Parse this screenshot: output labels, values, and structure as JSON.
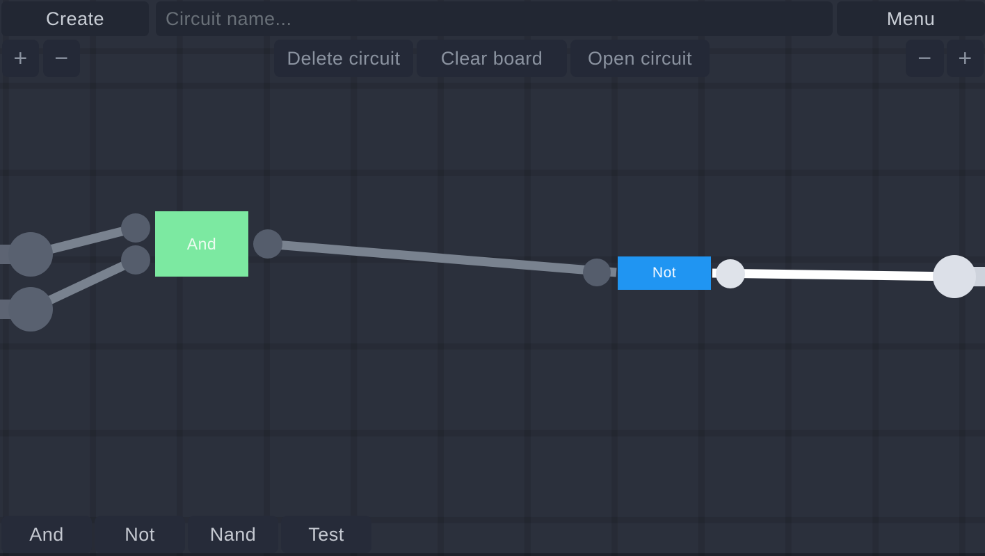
{
  "colors": {
    "background": "#2b303c",
    "panel": "#222733",
    "panel_secondary": "#242937",
    "and_gate": "#7ce9a1",
    "not_gate": "#2095f2",
    "wire_off": "#79828f",
    "wire_on": "#ffffff",
    "pin_off": "#555d6c",
    "pin_on": "#dfe3ea",
    "node_off": "#596170",
    "node_on": "#dce0e8"
  },
  "topbar": {
    "create_label": "Create",
    "circuit_name_placeholder": "Circuit name...",
    "circuit_name_value": "",
    "menu_label": "Menu"
  },
  "actions": {
    "delete_circuit": "Delete circuit",
    "clear_board": "Clear board",
    "open_circuit": "Open circuit"
  },
  "zoom": {
    "plus": "+",
    "minus": "−"
  },
  "canvas": {
    "gates": [
      {
        "label": "And",
        "type": "and",
        "color": "#7ce9a1",
        "inputs": 2,
        "outputs": 1
      },
      {
        "label": "Not",
        "type": "not",
        "color": "#2095f2",
        "inputs": 1,
        "outputs": 1
      }
    ],
    "inputs": [
      {
        "state": "off"
      },
      {
        "state": "off"
      }
    ],
    "output": {
      "state": "on"
    },
    "wires": [
      {
        "from": "input-1",
        "to": "and-in-1",
        "state": "off"
      },
      {
        "from": "input-2",
        "to": "and-in-2",
        "state": "off"
      },
      {
        "from": "and-out",
        "to": "not-in",
        "state": "off"
      },
      {
        "from": "not-out",
        "to": "output-1",
        "state": "on"
      }
    ]
  },
  "palette": {
    "items": [
      "And",
      "Not",
      "Nand",
      "Test"
    ]
  }
}
